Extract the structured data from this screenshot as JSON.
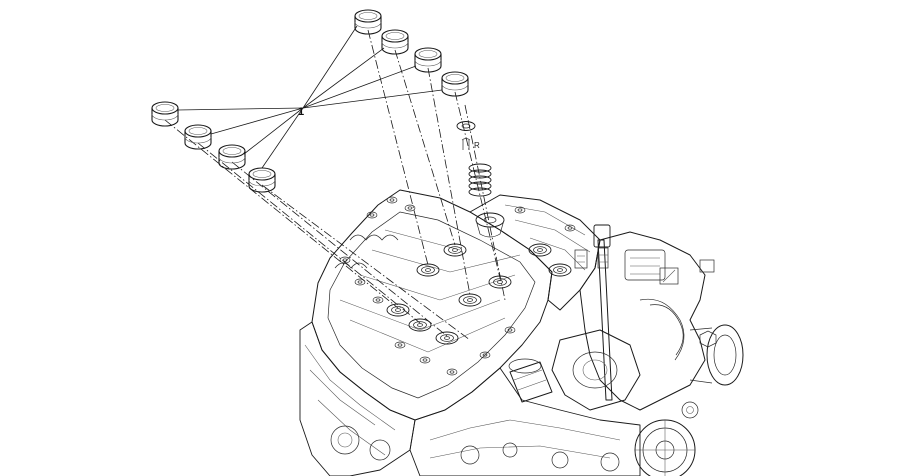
{
  "diagram": {
    "callout_number": "1",
    "spring_label": "R",
    "colors": {
      "line": "#1a1a1a",
      "background": "#ffffff"
    },
    "tappets": [
      {
        "id": "top-1"
      },
      {
        "id": "top-2"
      },
      {
        "id": "top-3"
      },
      {
        "id": "top-4"
      },
      {
        "id": "left-1"
      },
      {
        "id": "left-2"
      },
      {
        "id": "left-3"
      },
      {
        "id": "left-4"
      }
    ]
  }
}
